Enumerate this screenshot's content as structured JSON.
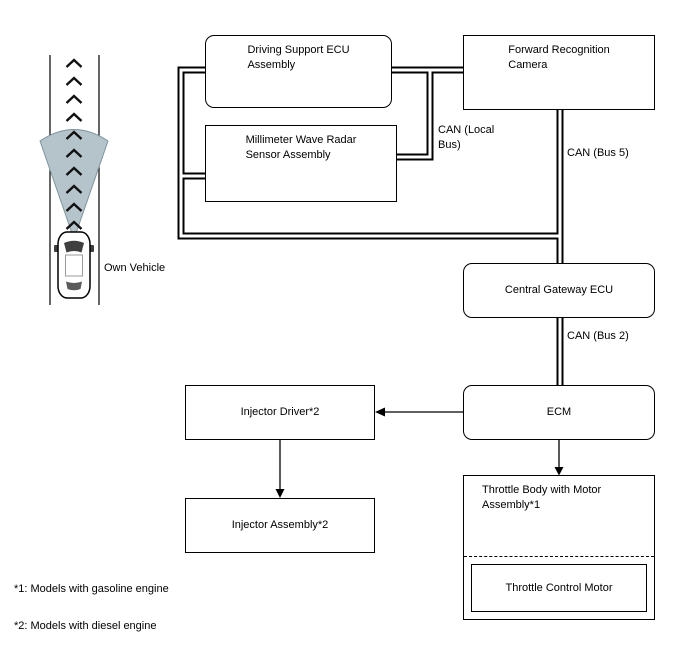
{
  "diagram": {
    "vehicle": {
      "label": "Own Vehicle"
    },
    "boxes": {
      "driving_support": {
        "label": "Driving Support ECU\nAssembly"
      },
      "forward_camera": {
        "label": "Forward Recognition\nCamera"
      },
      "radar": {
        "label": "Millimeter Wave Radar\nSensor Assembly"
      },
      "gateway": {
        "label": "Central Gateway ECU"
      },
      "ecm": {
        "label": "ECM"
      },
      "injector_driver": {
        "label": "Injector Driver*2"
      },
      "injector_assembly": {
        "label": "Injector Assembly*2"
      },
      "throttle_body": {
        "label": "Throttle Body with Motor\nAssembly*1"
      },
      "throttle_motor": {
        "label": "Throttle Control Motor"
      }
    },
    "bus_labels": {
      "local": "CAN (Local\nBus)",
      "bus5": "CAN (Bus 5)",
      "bus2": "CAN (Bus 2)"
    },
    "footnotes": [
      "*1: Models with gasoline engine",
      "*2: Models with diesel engine"
    ],
    "colors": {
      "line": "#000000",
      "cone_fill": "#b5c4cb",
      "cone_edge": "#7e939d",
      "background": "#ffffff"
    }
  }
}
